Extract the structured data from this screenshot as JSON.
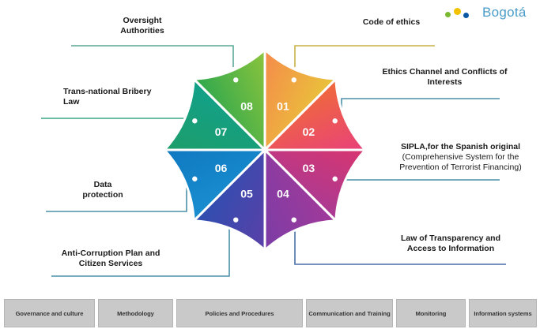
{
  "logo": {
    "text": "Bogotá"
  },
  "segments": [
    {
      "number": "01",
      "color_from": "#f58a4b",
      "color_to": "#e9c43a"
    },
    {
      "number": "02",
      "color_from": "#f06a3a",
      "color_to": "#e8417a"
    },
    {
      "number": "03",
      "color_from": "#d8366f",
      "color_to": "#a83a95"
    },
    {
      "number": "04",
      "color_from": "#a23a9a",
      "color_to": "#7a3ca6"
    },
    {
      "number": "05",
      "color_from": "#5a40a8",
      "color_to": "#2e4fb0"
    },
    {
      "number": "06",
      "color_from": "#1a8fd0",
      "color_to": "#0f78c0"
    },
    {
      "number": "07",
      "color_from": "#1d9e6a",
      "color_to": "#12a08a"
    },
    {
      "number": "08",
      "color_from": "#2fa84e",
      "color_to": "#8cc43c"
    }
  ],
  "labels": {
    "oversight": "Oversight Authorities",
    "code_ethics": "Code of ethics",
    "ethics_channel": "Ethics Channel and Conflicts of Interests",
    "sipla_title": "SIPLA,for the Spanish original",
    "sipla_sub": "(Comprehensive System for the Prevention of Terrorist Financing)",
    "transparency": "Law of Transparency and Access to Information",
    "anticorruption": "Anti-Corruption Plan and Citizen Services",
    "data_protection": "Data protection",
    "bribery": "Trans-national Bribery Law"
  },
  "categories": [
    "Governance and culture",
    "Methodology",
    "Policies and Procedures",
    "Communication and Training",
    "Monitoring",
    "Information systems"
  ],
  "colors": {
    "line": "#4a8fa8",
    "category_bg": "#c9c9c9"
  }
}
